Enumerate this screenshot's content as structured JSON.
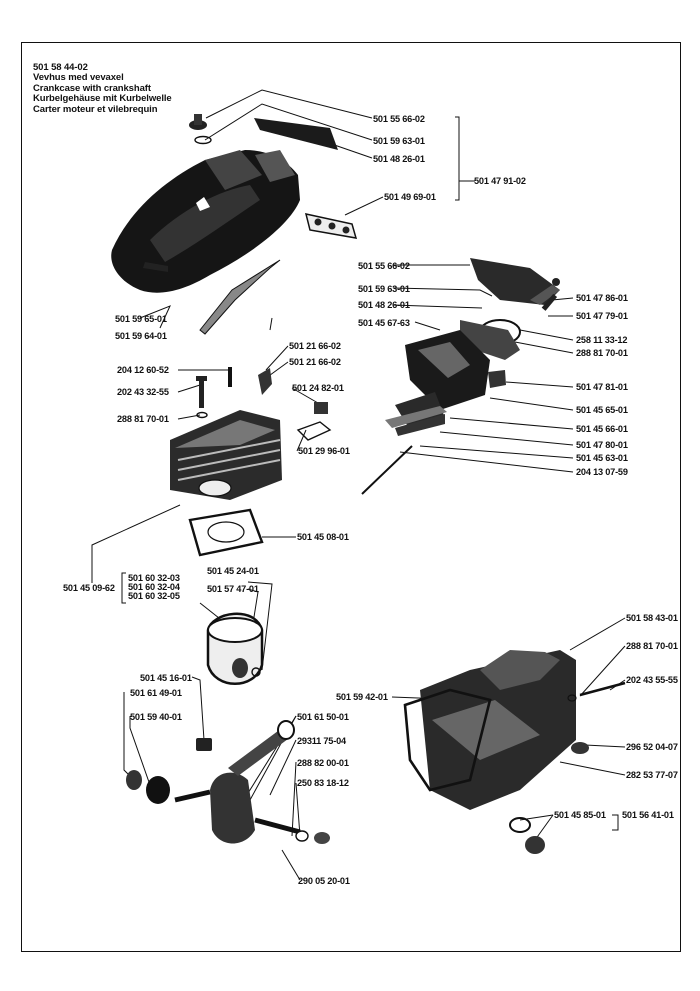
{
  "title": {
    "part_number": "501 58 44-02",
    "lines": [
      "Vevhus med vevaxel",
      "Crankcase with crankshaft",
      "Kurbelgehäuse mit Kurbelwelle",
      "Carter moteur et vilebrequin"
    ]
  },
  "labels": [
    {
      "id": "p1",
      "text": "501 55 66-02"
    },
    {
      "id": "p2",
      "text": "501 59 63-01"
    },
    {
      "id": "p3",
      "text": "501 48 26-01"
    },
    {
      "id": "p4",
      "text": "501 47 91-02"
    },
    {
      "id": "p5",
      "text": "501 49 69-01"
    },
    {
      "id": "p6",
      "text": "501 59 65-01"
    },
    {
      "id": "p7",
      "text": "501 59 64-01"
    },
    {
      "id": "p8",
      "text": "501 55 66-02"
    },
    {
      "id": "p9",
      "text": "501 59 63-01"
    },
    {
      "id": "p10",
      "text": "501 48 26-01"
    },
    {
      "id": "p11",
      "text": "501 45 67-63"
    },
    {
      "id": "p12",
      "text": "501 47 86-01"
    },
    {
      "id": "p13",
      "text": "501 47 79-01"
    },
    {
      "id": "p14",
      "text": "258 11 33-12"
    },
    {
      "id": "p15",
      "text": "288 81 70-01"
    },
    {
      "id": "p16",
      "text": "501 47 81-01"
    },
    {
      "id": "p17",
      "text": "501 45 65-01"
    },
    {
      "id": "p18",
      "text": "501 45 66-01"
    },
    {
      "id": "p19",
      "text": "501 47 80-01"
    },
    {
      "id": "p20",
      "text": "501 45 63-01"
    },
    {
      "id": "p21",
      "text": "204 13 07-59"
    },
    {
      "id": "p22",
      "text": "501 21 66-02"
    },
    {
      "id": "p23",
      "text": "501 21 66-02"
    },
    {
      "id": "p24",
      "text": "204 12 60-52"
    },
    {
      "id": "p25",
      "text": "202 43 32-55"
    },
    {
      "id": "p26",
      "text": "501 24 82-01"
    },
    {
      "id": "p27",
      "text": "288 81 70-01"
    },
    {
      "id": "p28",
      "text": "501 29 96-01"
    },
    {
      "id": "p29",
      "text": "501 45 08-01"
    },
    {
      "id": "p30",
      "text": "501 45 09-62"
    },
    {
      "id": "p31",
      "text": "501 60 32-03"
    },
    {
      "id": "p32",
      "text": "501 60 32-04"
    },
    {
      "id": "p33",
      "text": "501 60 32-05"
    },
    {
      "id": "p34",
      "text": "501 45 24-01"
    },
    {
      "id": "p35",
      "text": "501 57 47-01"
    },
    {
      "id": "p36",
      "text": "501 45 16-01"
    },
    {
      "id": "p37",
      "text": "501 61 49-01"
    },
    {
      "id": "p38",
      "text": "501 59 40-01"
    },
    {
      "id": "p39",
      "text": "501 61 50-01"
    },
    {
      "id": "p40",
      "text": "29311 75-04"
    },
    {
      "id": "p41",
      "text": "288  82 00-01"
    },
    {
      "id": "p42",
      "text": "250 83 18-12"
    },
    {
      "id": "p43",
      "text": "290 05 20-01"
    },
    {
      "id": "p44",
      "text": "501 58 43-01"
    },
    {
      "id": "p45",
      "text": "288 81 70-01"
    },
    {
      "id": "p46",
      "text": "202 43 55-55"
    },
    {
      "id": "p47",
      "text": "501 59 42-01"
    },
    {
      "id": "p48",
      "text": "296 52 04-07"
    },
    {
      "id": "p49",
      "text": "282 53 77-07"
    },
    {
      "id": "p50",
      "text": "501 45 85-01"
    },
    {
      "id": "p51",
      "text": "501 56 41-01"
    }
  ]
}
